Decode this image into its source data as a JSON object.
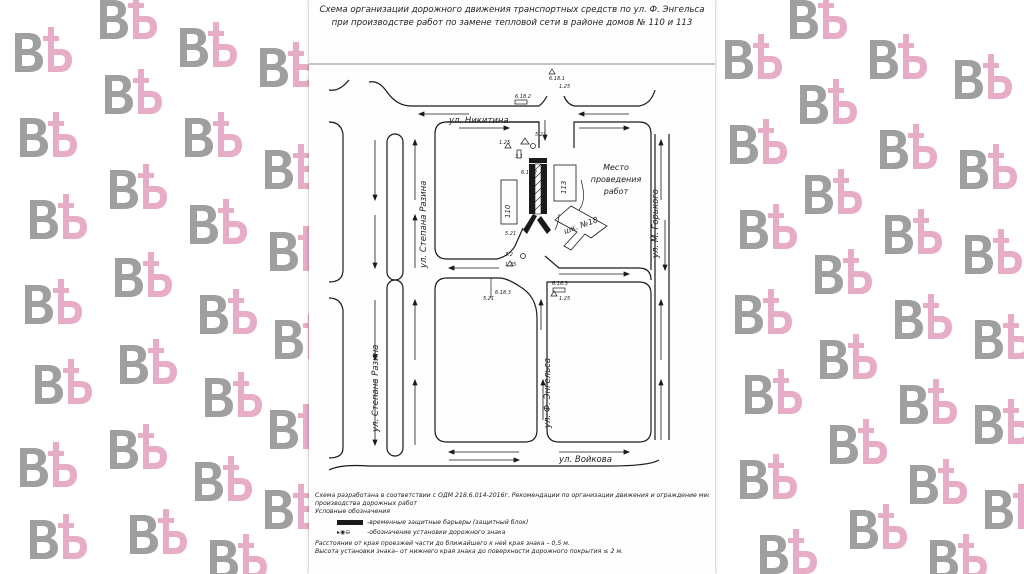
{
  "document": {
    "title_line1": "Схема организации дорожного движения транспортных средств по ул. Ф. Энгельса",
    "title_line2": "при производстве работ по замене тепловой сети в районе домов № 110 и 113"
  },
  "map": {
    "streets": {
      "nikitina": "ул. Никитина",
      "razina_top": "ул. Степана Разина",
      "razina_bottom": "ул. Степана Разина",
      "engelsa": "ул. Ф. Энгельса",
      "gorkogo": "ул. М. Горького",
      "voykova": "ул. Войкова"
    },
    "buildings": {
      "b110": "110",
      "b113": "113",
      "school": "шк. №18"
    },
    "work_site_label": "Место проведения работ",
    "signs": {
      "s1": "6.18.1",
      "s2": "6.18.2",
      "s3": "1.25",
      "s4": "5.21",
      "s5": "3.1",
      "s6": "1.25",
      "s7": "6.18.2",
      "s8": "6.18.3",
      "s9": "1.25",
      "s10": "5.21",
      "s11": "3.2",
      "s12": "1.25",
      "s13": "6.18.3",
      "s14": "5.21"
    }
  },
  "legend": {
    "basis": "Схема разработана в соответствии с ОДМ 218.6.014-2016г. Рекомендации по организации движения и ограждение мест",
    "basis_cont": "производства дорожных работ",
    "heading": "Условные обозначения",
    "barrier": "-временные защитные барьеры (защитный блок)",
    "signs": "-обозначение установки дорожного знака",
    "distance": "Расстояние от края проезжей части до ближайшего к ней края знака – 0,5 м.",
    "height": "Высота установки знака– от нижнего края знака до поверхности дорожного покрытия ≤ 2 м."
  },
  "colors": {
    "watermark_gray": "#9a9a9a",
    "watermark_pink": "#e7a9c3",
    "ink": "#1a1a1a"
  }
}
